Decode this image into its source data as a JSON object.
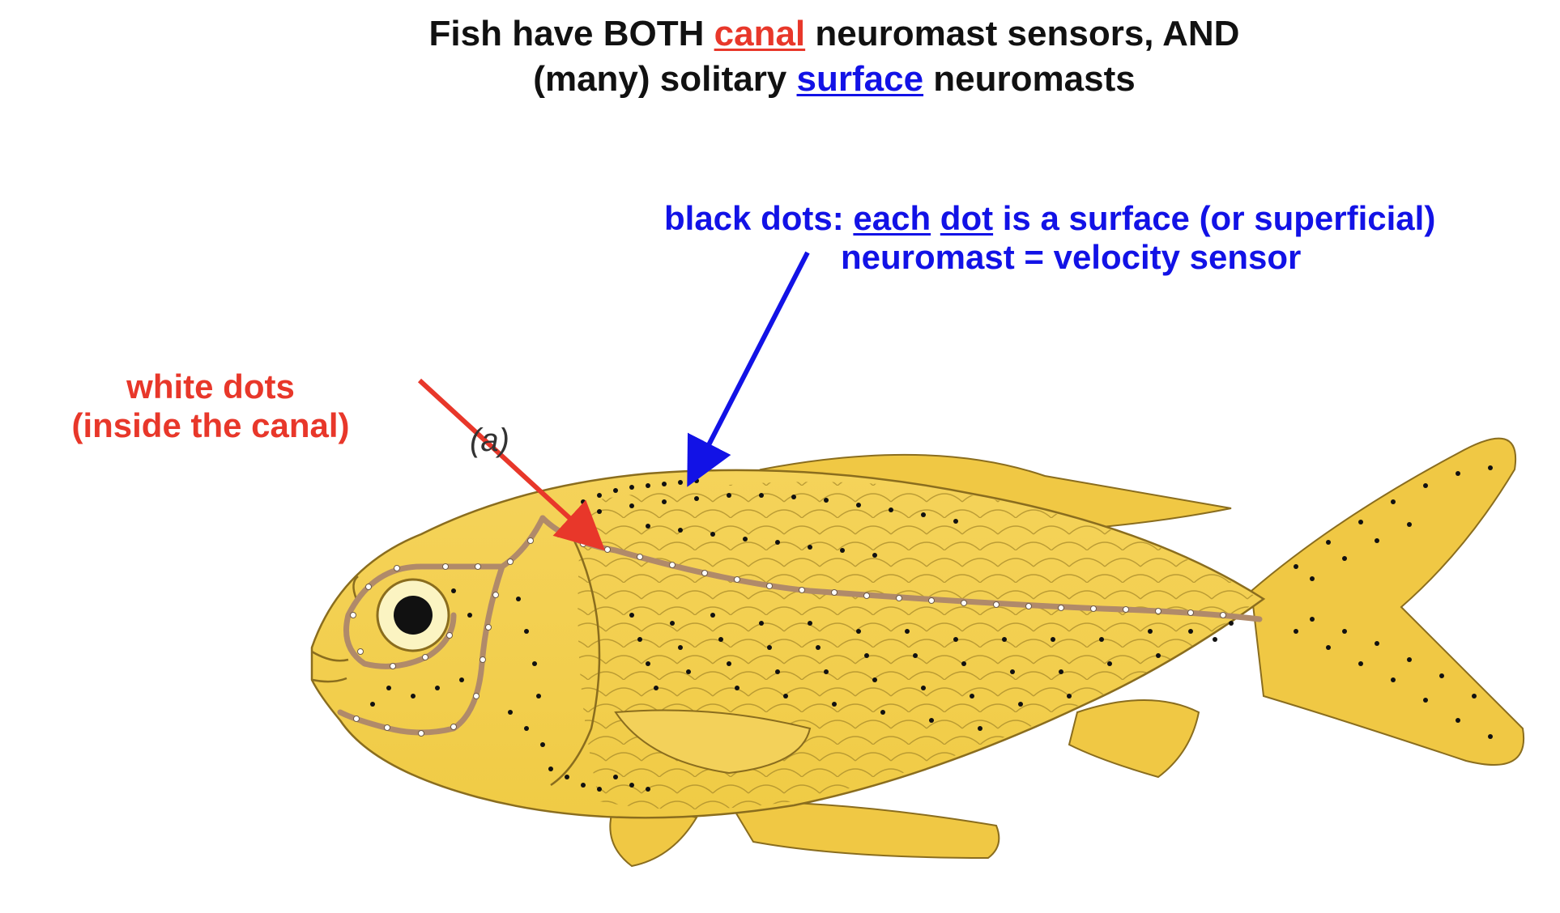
{
  "title": {
    "line1_prefix": "Fish have BOTH ",
    "line1_canal": "canal",
    "line1_suffix": " neuromast sensors, AND",
    "line2_prefix": "(many) solitary ",
    "line2_surface": "surface",
    "line2_suffix": " neuromasts"
  },
  "blue_label": {
    "part1": "black dots: ",
    "each": "each",
    "space": " ",
    "dot": "dot",
    "part2": " is a surface (or superficial)",
    "line2": "neuromast = velocity sensor"
  },
  "red_label": {
    "line1": "white dots",
    "line2": "(inside the canal)"
  },
  "figure_label": "(a)",
  "colors": {
    "canal_red": "#e8372a",
    "surface_blue": "#1212e6",
    "fish_body": "#f2cf4a",
    "fish_outline": "#8a6d1e",
    "canal_line": "#b08a6a"
  }
}
